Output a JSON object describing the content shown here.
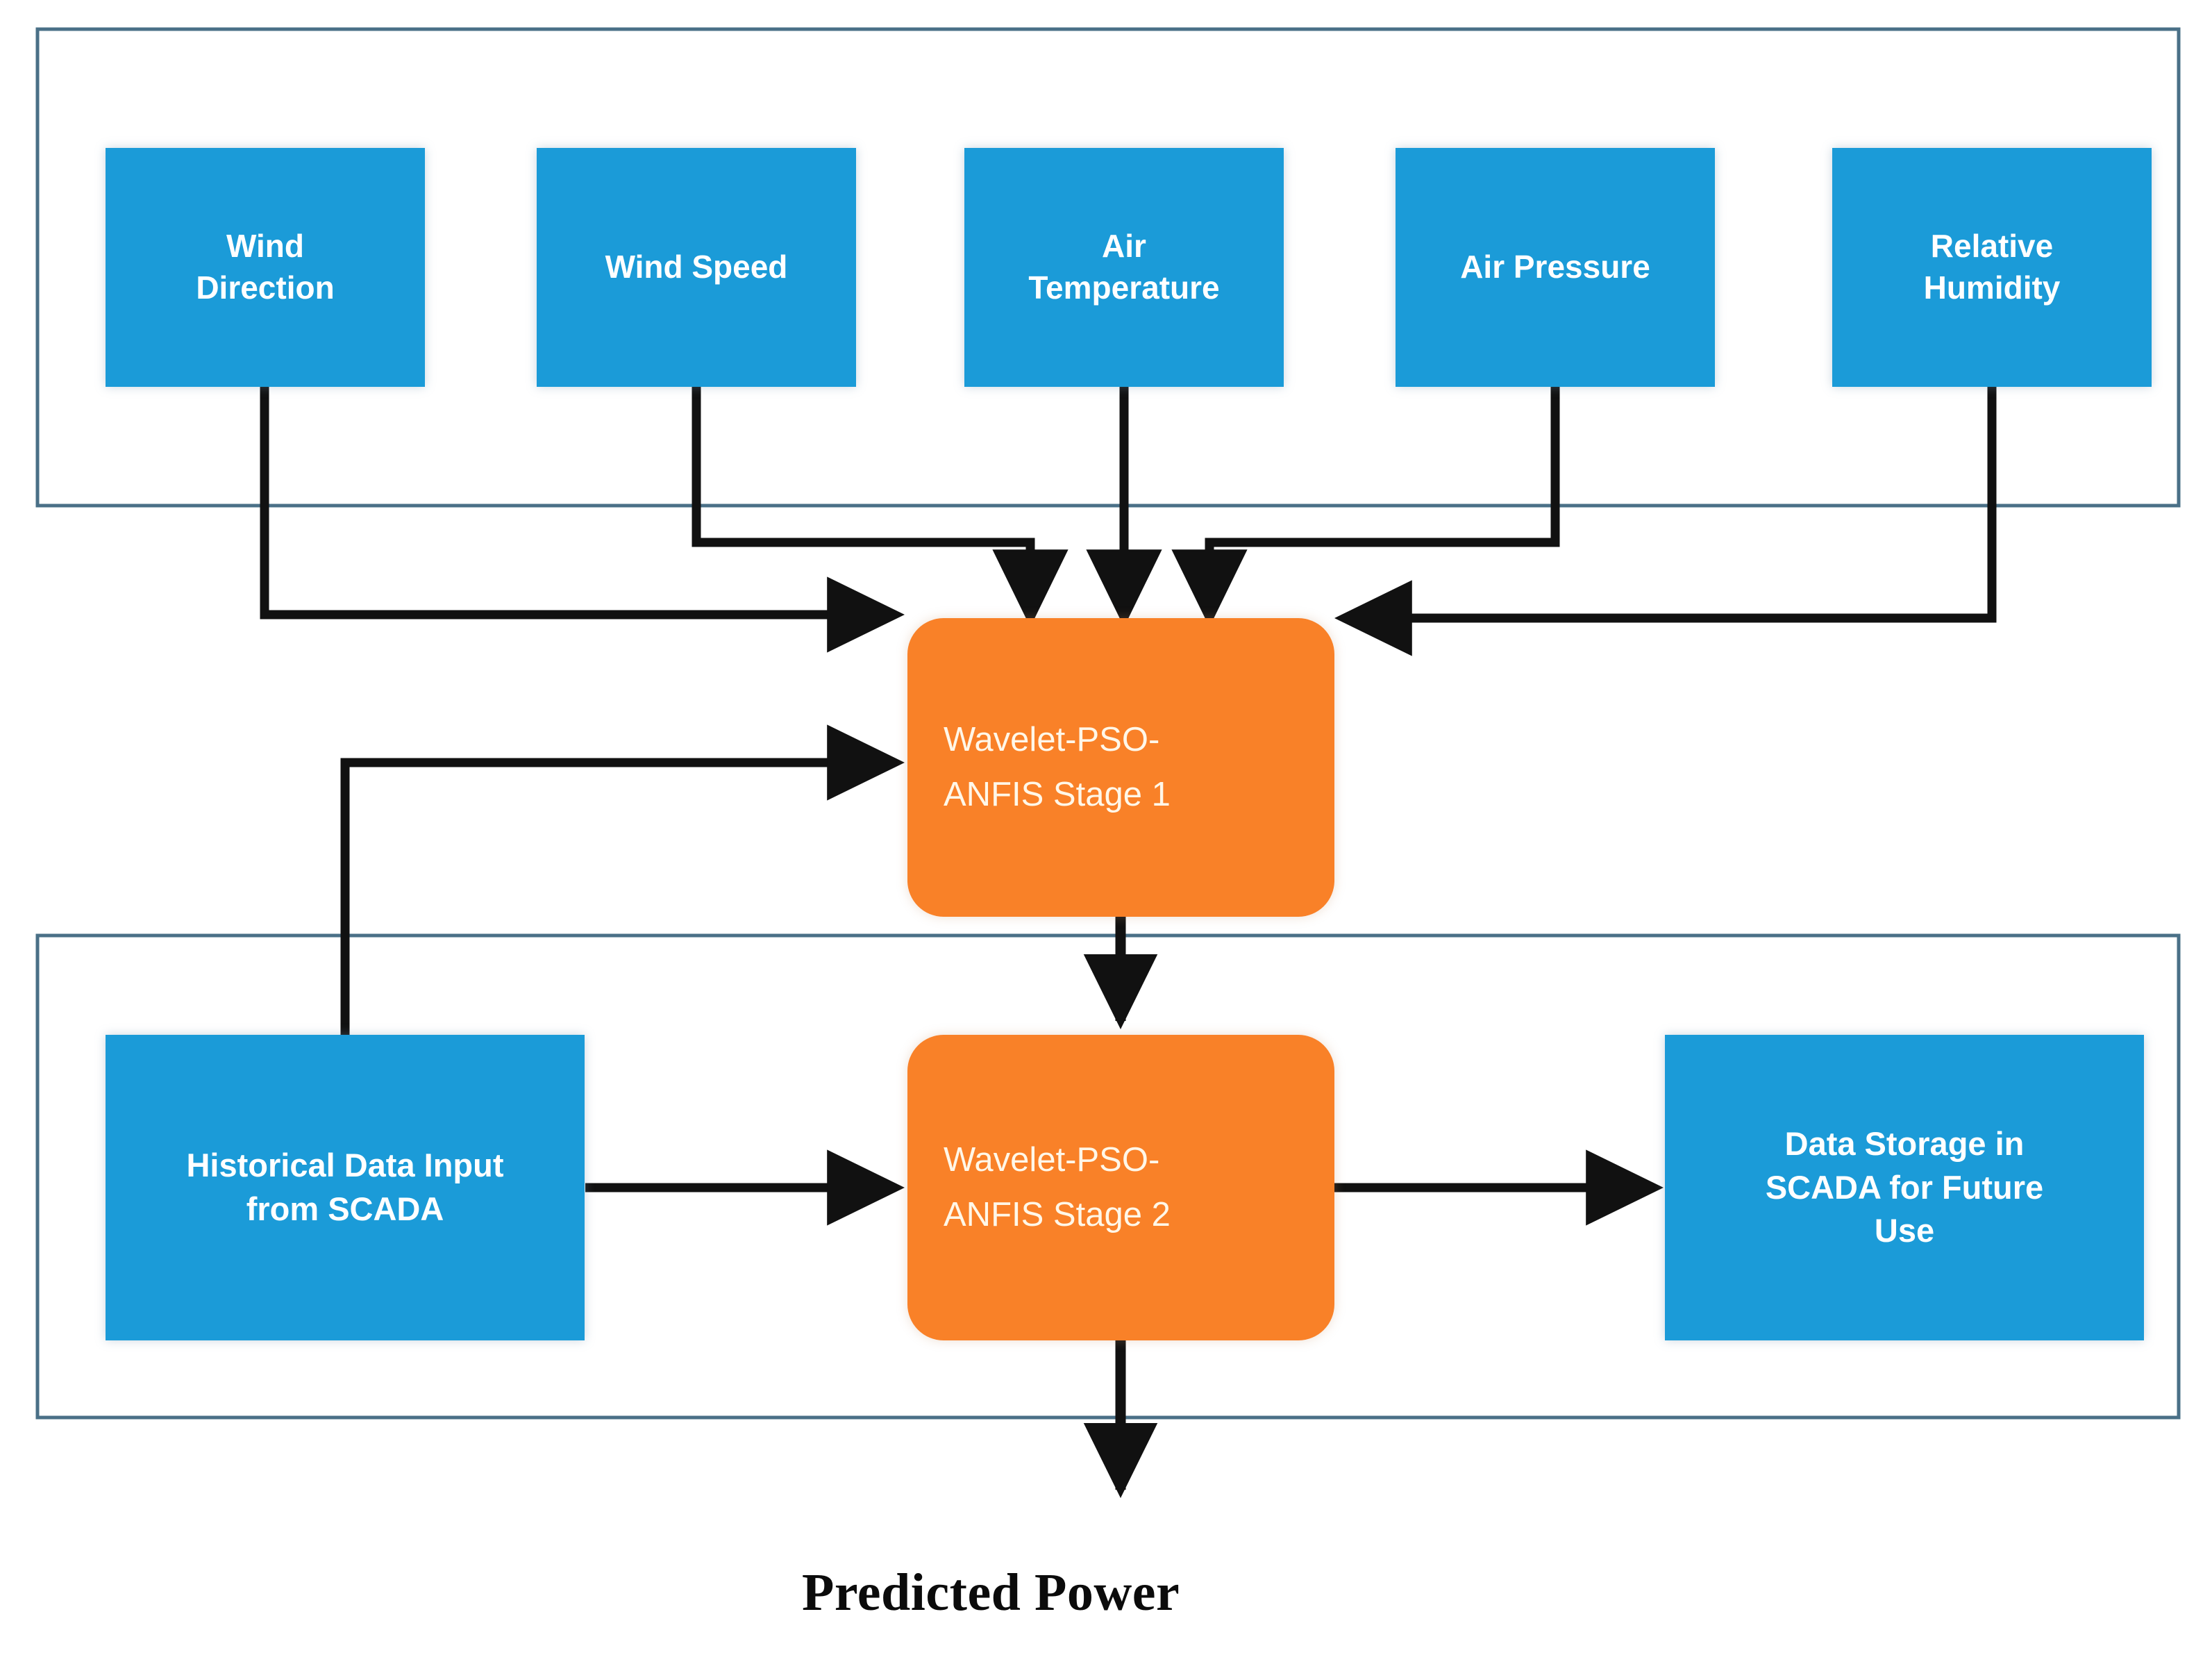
{
  "diagram": {
    "title_text": "Predicted Power",
    "colors": {
      "input_box": "#1B9BD8",
      "process_box": "#F98128",
      "process_text": "#FFF7E8",
      "input_text": "#FFFFFF",
      "frame_border": "#4A7087",
      "connector": "#111111",
      "background": "#FFFFFF"
    },
    "groups": [
      {
        "id": "weather-inputs-frame",
        "name": "weather-inputs-frame"
      },
      {
        "id": "processing-frame",
        "name": "processing-frame"
      }
    ],
    "inputs": [
      {
        "id": "wind-direction",
        "label": "Wind\nDirection"
      },
      {
        "id": "wind-speed",
        "label": "Wind Speed"
      },
      {
        "id": "air-temperature",
        "label": "Air\nTemperature"
      },
      {
        "id": "air-pressure",
        "label": "Air Pressure"
      },
      {
        "id": "relative-humidity",
        "label": "Relative\nHumidity"
      }
    ],
    "stages": [
      {
        "id": "stage-1",
        "label": "Wavelet-PSO-\nANFIS Stage 1"
      },
      {
        "id": "stage-2",
        "label": "Wavelet-PSO-\nANFIS Stage 2"
      }
    ],
    "data_nodes": [
      {
        "id": "historical-data-input",
        "label": "Historical Data Input\nfrom SCADA"
      },
      {
        "id": "data-storage-scada",
        "label": "Data Storage in\nSCADA for Future\nUse"
      }
    ],
    "output": {
      "id": "predicted-power",
      "label": "Predicted Power"
    },
    "connectors": [
      {
        "from": "wind-direction",
        "to": "stage-1",
        "style": "elbow-down-right"
      },
      {
        "from": "wind-speed",
        "to": "stage-1",
        "style": "elbow-down-right-down"
      },
      {
        "from": "air-temperature",
        "to": "stage-1",
        "style": "straight-down"
      },
      {
        "from": "air-pressure",
        "to": "stage-1",
        "style": "elbow-down-left-down"
      },
      {
        "from": "relative-humidity",
        "to": "stage-1",
        "style": "elbow-down-left"
      },
      {
        "from": "historical-data-input",
        "to": "stage-1",
        "style": "elbow-up-right"
      },
      {
        "from": "stage-1",
        "to": "stage-2",
        "style": "straight-down"
      },
      {
        "from": "historical-data-input",
        "to": "stage-2",
        "style": "straight-right"
      },
      {
        "from": "stage-2",
        "to": "data-storage-scada",
        "style": "straight-right"
      },
      {
        "from": "stage-2",
        "to": "predicted-power",
        "style": "straight-down"
      }
    ]
  }
}
